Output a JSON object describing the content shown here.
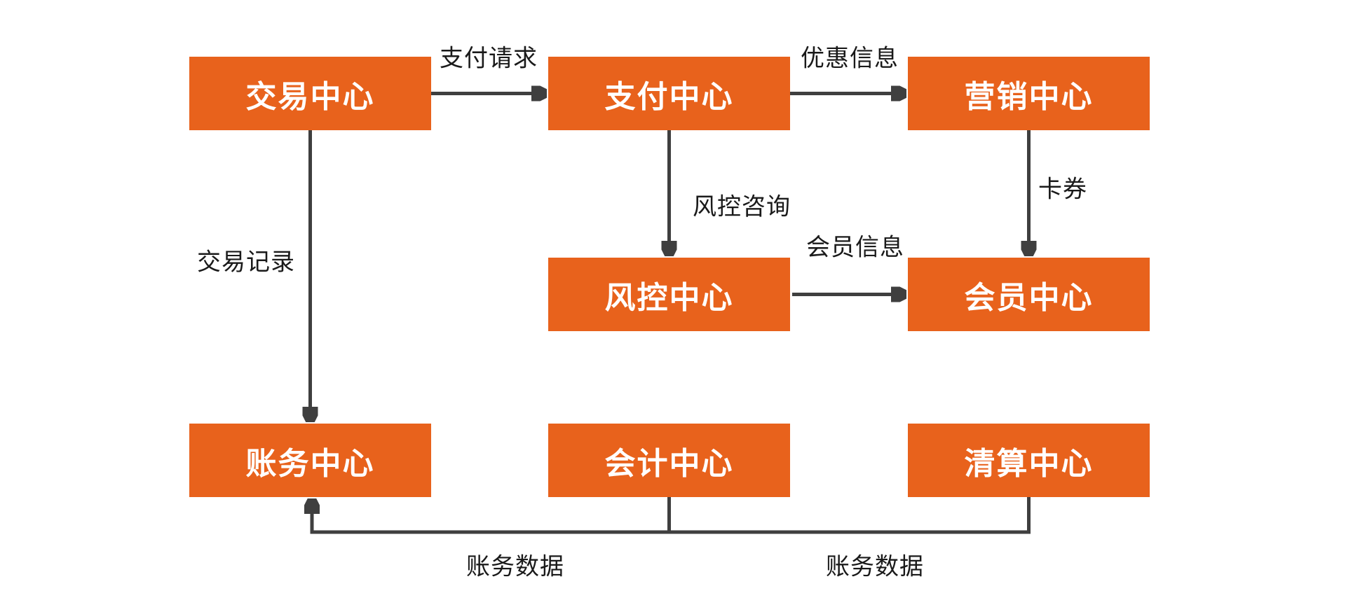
{
  "diagram": {
    "nodes": {
      "trade": {
        "label": "交易中心"
      },
      "payment": {
        "label": "支付中心"
      },
      "marketing": {
        "label": "营销中心"
      },
      "risk": {
        "label": "风控中心"
      },
      "member": {
        "label": "会员中心"
      },
      "billing": {
        "label": "账务中心"
      },
      "accounting": {
        "label": "会计中心"
      },
      "clearing": {
        "label": "清算中心"
      }
    },
    "edges": {
      "payment_request": {
        "label": "支付请求",
        "from": "交易中心",
        "to": "支付中心"
      },
      "promo_info": {
        "label": "优惠信息",
        "from": "支付中心",
        "to": "营销中心"
      },
      "risk_consult": {
        "label": "风控咨询",
        "from": "支付中心",
        "to": "风控中心"
      },
      "card_coupon": {
        "label": "卡券",
        "from": "营销中心",
        "to": "会员中心"
      },
      "member_info": {
        "label": "会员信息",
        "from": "风控中心",
        "to": "会员中心"
      },
      "trade_record": {
        "label": "交易记录",
        "from": "交易中心",
        "to": "账务中心"
      },
      "billing_data_left": {
        "label": "账务数据",
        "from": "会计中心",
        "to": "账务中心"
      },
      "billing_data_right": {
        "label": "账务数据",
        "from": "清算中心",
        "to": "账务中心"
      }
    },
    "colors": {
      "node_fill": "#E8621C",
      "node_text": "#FFFFFF",
      "edge_line": "#3F3F3F",
      "edge_label_text": "#1A1A1A",
      "background": "#FFFFFF"
    }
  }
}
